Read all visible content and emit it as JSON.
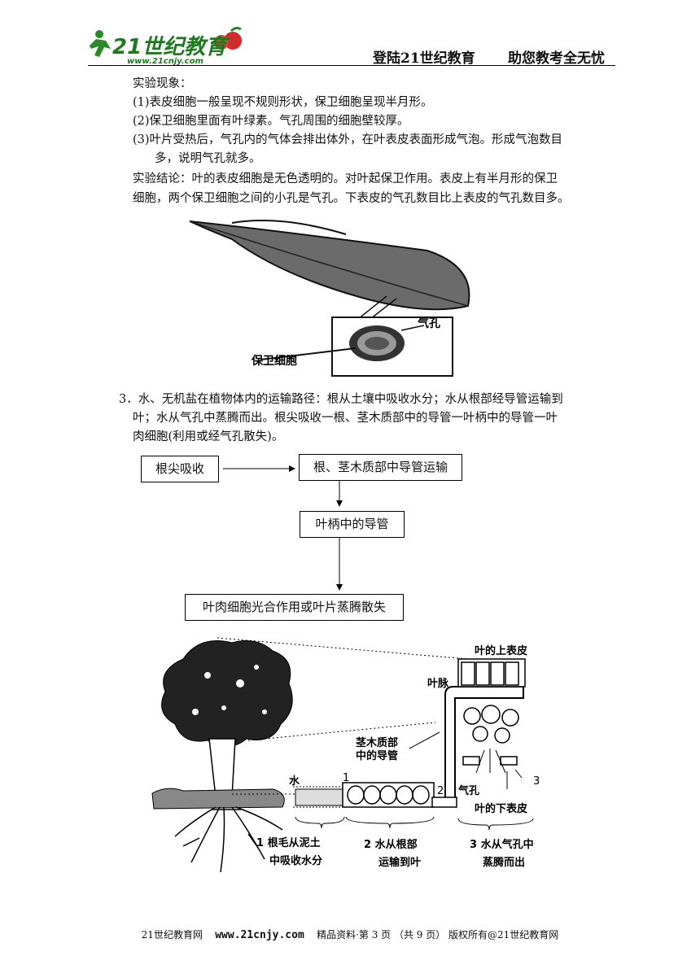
{
  "header": {
    "logo_text": "21世纪教育",
    "logo_url_text": "www.21cnjy.com",
    "slogan_left": "登陆21世纪教育",
    "slogan_right": "助您教考全无忧"
  },
  "section_observation": {
    "heading": "实验现象：",
    "items": [
      "(1)表皮细胞一般呈现不规则形状，保卫细胞呈现半月形。",
      "(2)保卫细胞里面有叶绿素。气孔周围的细胞壁较厚。",
      "(3)叶片受热后，气孔内的气体会排出体外，在叶表皮表面形成气泡。形成气泡数目",
      "多，说明气孔就多。"
    ],
    "conclusion_lines": [
      "实验结论：叶的表皮细胞是无色透明的。对叶起保卫作用。表皮上有半月形的保卫",
      "细胞，两个保卫细胞之间的小孔是气孔。下表皮的气孔数目比上表皮的气孔数目多。"
    ]
  },
  "leaf_figure": {
    "label_stoma": "气孔",
    "label_guard_cell": "保卫细胞"
  },
  "section_transport": {
    "paragraph_lines": [
      "3．水、无机盐在植物体内的运输路径：根从土壤中吸收水分；水从根部经导管运输到",
      "叶；水从气孔中蒸腾而出。根尖吸收一根、茎木质部中的导管一叶柄中的导管一叶",
      "肉细胞(利用或经气孔散失)。"
    ],
    "flow_boxes": {
      "root_tip": "根尖吸收",
      "xylem": "根、茎木质部中导管运输",
      "petiole": "叶柄中的导管",
      "mesophyll": "叶肉细胞光合作用或叶片蒸腾散失"
    }
  },
  "tree_figure": {
    "upper_epidermis": "叶的上表皮",
    "leaf_vein": "叶脉",
    "xylem_label_1": "茎木质部",
    "xylem_label_2": "中的导管",
    "water": "水",
    "num1": "1",
    "num2": "2",
    "num3": "3",
    "stoma": "气孔",
    "lower_epidermis": "叶的下表皮",
    "caption1_line1": "1 根毛从泥土",
    "caption1_line2": "中吸收水分",
    "caption2_line1": "2 水从根部",
    "caption2_line2": "运输到叶",
    "caption3_line1": "3 水从气孔中",
    "caption3_line2": "蒸腾而出"
  },
  "footer": {
    "site": "21世纪教育网",
    "url": "www.21cnjy.com",
    "text": "精品资料·第 3 页 （共 9 页） 版权所有@21世纪教育网"
  }
}
